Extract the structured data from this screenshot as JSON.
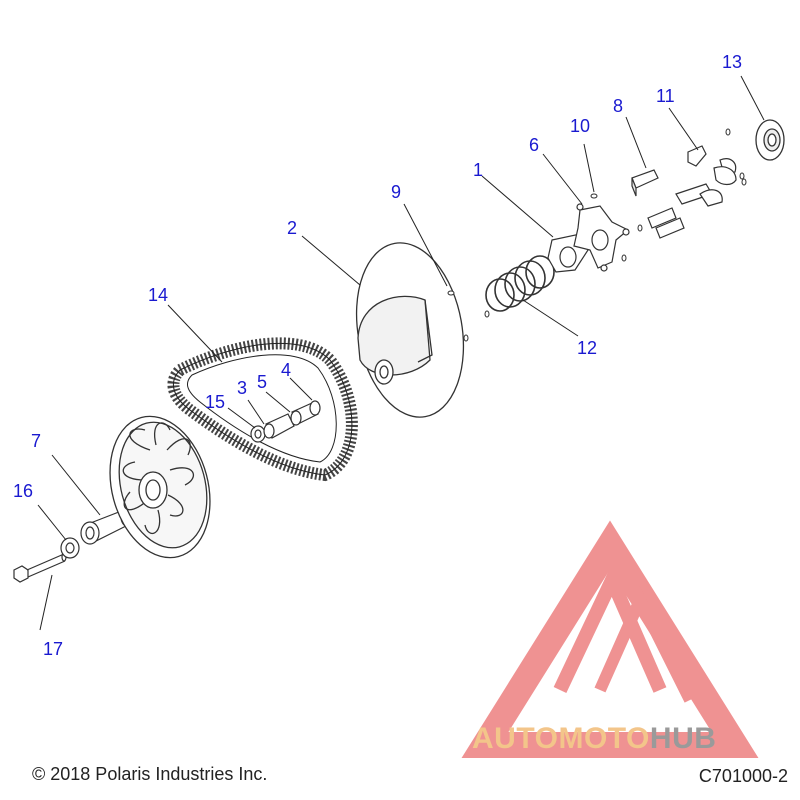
{
  "callouts": [
    "1",
    "2",
    "3",
    "4",
    "5",
    "6",
    "7",
    "8",
    "9",
    "10",
    "11",
    "12",
    "13",
    "14",
    "15",
    "16",
    "17"
  ],
  "footer": {
    "copyright": "© 2018 Polaris Industries Inc.",
    "code": "C701000-2"
  },
  "watermark": {
    "part1": "AUTOMOTO",
    "part2": "HUB",
    "colors": {
      "triangle": "#ea6e6e",
      "text_primary": "#f3c58a",
      "text_secondary": "#9a9a9a"
    }
  },
  "colors": {
    "callout": "#1a1ad0",
    "line": "#222222"
  }
}
